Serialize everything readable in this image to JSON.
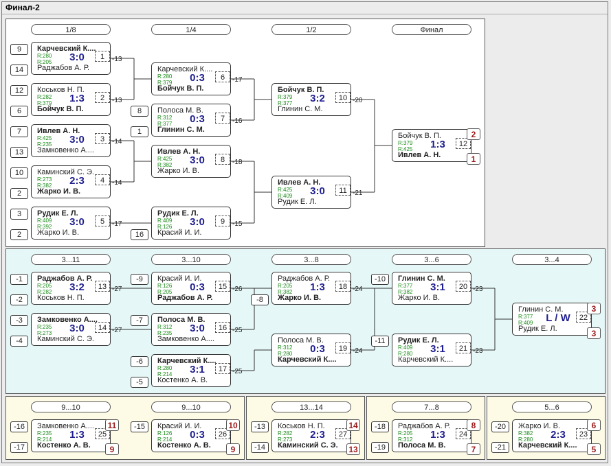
{
  "title": "Финал-2",
  "rounds_main": [
    "1/8",
    "1/4",
    "1/2",
    "Финал"
  ],
  "rounds_lower": [
    "3...11",
    "3...10",
    "3...8",
    "3...6",
    "3...4"
  ],
  "rounds_bottom": [
    "9...10",
    "9...10",
    "13...14",
    "7...8",
    "5...6"
  ],
  "matches": [
    {
      "id": "1",
      "p1": "Карчевский К....",
      "r1": "R:280",
      "p2": "Раджабов А. Р.",
      "r2": "R:205",
      "score": "3:0",
      "win": 1,
      "next": "-13"
    },
    {
      "id": "2",
      "p1": "Коськов Н. П.",
      "r1": "R:282",
      "p2": "Бойчук В. П.",
      "r2": "R:379",
      "score": "1:3",
      "win": 2,
      "next": "-13"
    },
    {
      "id": "3",
      "p1": "Ивлев А. Н.",
      "r1": "R:425",
      "p2": "Замковенко А....",
      "r2": "R:235",
      "score": "3:0",
      "win": 1,
      "next": "-14"
    },
    {
      "id": "4",
      "p1": "Каминский С. Э.",
      "r1": "R:273",
      "p2": "Жарко И. В.",
      "r2": "R:382",
      "score": "2:3",
      "win": 2,
      "next": "-14"
    },
    {
      "id": "5",
      "p1": "Рудик Е. Л.",
      "r1": "R:409",
      "p2": "Жарко И. В.",
      "r2": "R:392",
      "score": "3:0",
      "win": 1,
      "next": "-17"
    },
    {
      "id": "6",
      "p1": "Карчевский К....",
      "r1": "R:280",
      "p2": "Бойчук В. П.",
      "r2": "R:379",
      "score": "0:3",
      "win": 2,
      "next": "-17"
    },
    {
      "id": "7",
      "p1": "Полоса М. В.",
      "r1": "R:312",
      "p2": "Глинин С. М.",
      "r2": "R:377",
      "score": "0:3",
      "win": 2,
      "next": "-16"
    },
    {
      "id": "8",
      "p1": "Ивлев А. Н.",
      "r1": "R:425",
      "p2": "Жарко И. В.",
      "r2": "R:382",
      "score": "3:0",
      "win": 1,
      "next": "-18"
    },
    {
      "id": "9",
      "p1": "Рудик Е. Л.",
      "r1": "R:409",
      "p2": "Красий И. И.",
      "r2": "R:126",
      "score": "3:0",
      "win": 1,
      "next": "-15"
    },
    {
      "id": "10",
      "p1": "Бойчук В. П.",
      "r1": "R:379",
      "p2": "Глинин С. М.",
      "r2": "R:377",
      "score": "3:2",
      "win": 1,
      "next": "-20"
    },
    {
      "id": "11",
      "p1": "Ивлев А. Н.",
      "r1": "R:425",
      "p2": "Рудик Е. Л.",
      "r2": "R:409",
      "score": "3:0",
      "win": 1,
      "next": "-21"
    },
    {
      "id": "12",
      "p1": "Бойчук В. П.",
      "r1": "R:379",
      "p2": "Ивлев А. Н.",
      "r2": "R:425",
      "score": "1:3",
      "win": 2,
      "next": ""
    },
    {
      "id": "13",
      "p1": "Раджабов А. Р.",
      "r1": "R:205",
      "p2": "Коськов Н. П.",
      "r2": "R:282",
      "score": "3:2",
      "win": 1,
      "next": "-27"
    },
    {
      "id": "14",
      "p1": "Замковенко А....",
      "r1": "R:235",
      "p2": "Каминский С. Э.",
      "r2": "R:273",
      "score": "3:0",
      "win": 1,
      "next": "-27"
    },
    {
      "id": "15",
      "p1": "Красий И. И.",
      "r1": "R:126",
      "p2": "Раджабов А. Р.",
      "r2": "R:205",
      "score": "0:3",
      "win": 2,
      "next": "-26"
    },
    {
      "id": "16",
      "p1": "Полоса М. В.",
      "r1": "R:312",
      "p2": "Замковенко А....",
      "r2": "R:235",
      "score": "3:0",
      "win": 1,
      "next": "-25"
    },
    {
      "id": "17",
      "p1": "Карчевский К....",
      "r1": "R:280",
      "p2": "Костенко А. В.",
      "r2": "R:214",
      "score": "3:1",
      "win": 1,
      "next": "-25"
    },
    {
      "id": "18",
      "p1": "Раджабов А. Р.",
      "r1": "R:205",
      "p2": "Жарко И. В.",
      "r2": "R:382",
      "score": "1:3",
      "win": 2,
      "next": "-24"
    },
    {
      "id": "19",
      "p1": "Полоса М. В.",
      "r1": "R:312",
      "p2": "Карчевский К....",
      "r2": "R:280",
      "score": "0:3",
      "win": 2,
      "next": "-24"
    },
    {
      "id": "20",
      "p1": "Глинин С. М.",
      "r1": "R:377",
      "p2": "Жарко И. В.",
      "r2": "R:382",
      "score": "3:1",
      "win": 1,
      "next": "-23"
    },
    {
      "id": "21",
      "p1": "Рудик Е. Л.",
      "r1": "R:409",
      "p2": "Карчевский К....",
      "r2": "R:280",
      "score": "3:1",
      "win": 1,
      "next": "-23"
    },
    {
      "id": "22",
      "p1": "Глинин С. М.",
      "r1": "R:377",
      "p2": "Рудик Е. Л.",
      "r2": "R:409",
      "score": "L / W",
      "win": 0,
      "next": ""
    },
    {
      "id": "25",
      "p1": "Замковенко А....",
      "r1": "R:235",
      "p2": "Костенко А. В.",
      "r2": "R:214",
      "score": "1:3",
      "win": 2,
      "next": ""
    },
    {
      "id": "26",
      "p1": "Красий И. И.",
      "r1": "R:126",
      "p2": "Костенко А. В.",
      "r2": "R:214",
      "score": "0:3",
      "win": 2,
      "next": ""
    },
    {
      "id": "27",
      "p1": "Коськов Н. П.",
      "r1": "R:282",
      "p2": "Каминский С. Э.",
      "r2": "R:273",
      "score": "2:3",
      "win": 2,
      "next": ""
    },
    {
      "id": "24",
      "p1": "Раджабов А. Р.",
      "r1": "R:205",
      "p2": "Полоса М. В.",
      "r2": "R:312",
      "score": "1:3",
      "win": 2,
      "next": ""
    },
    {
      "id": "23",
      "p1": "Жарко И. В.",
      "r1": "R:382",
      "p2": "Карчевский К....",
      "r2": "R:280",
      "score": "2:3",
      "win": 2,
      "next": ""
    }
  ],
  "seeds": [
    "9",
    "14",
    "12",
    "6",
    "7",
    "13",
    "10",
    "2",
    "3",
    "2",
    "8",
    "1",
    "16",
    "-1",
    "-2",
    "-3",
    "-4",
    "-9",
    "-7",
    "-6",
    "-5",
    "-8",
    "-10",
    "-11",
    "-16",
    "-17",
    "-15",
    "-13",
    "-14",
    "-18",
    "-19",
    "-20",
    "-21"
  ],
  "places": [
    "2",
    "1",
    "3",
    "3",
    "11",
    "9",
    "10",
    "9",
    "14",
    "13",
    "8",
    "7",
    "6",
    "5"
  ],
  "colors": {
    "main_bg": "#ffffff",
    "lower_bg": "#e6f7f7",
    "bottom_bg": "#fdfbe6",
    "score": "#1f1f8f",
    "rating": "#1a8a1a",
    "place": "#9b1a1a"
  }
}
